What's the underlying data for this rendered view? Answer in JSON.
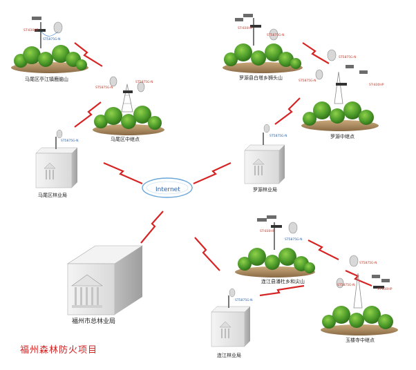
{
  "title": "福州森林防火项目",
  "network": {
    "cloud_label": "Internet"
  },
  "sites": {
    "mawei_jiangjing_mountain": "马尾区亭江镇鹿脑山",
    "mawei_relay": "马尾区中继点",
    "mawei_forestry_bureau": "马尾区林业局",
    "luoyuan_baita_mountain": "罗源县白塔乡狮头山",
    "luoyuan_relay": "罗源中继点",
    "luoyuan_forestry_bureau": "罗源林业局",
    "fuzhou_forestry_bureau": "福州市总林业局",
    "lianjiang_hejiashan": "连江县潘杜乡和尖山",
    "yulou_relay": "玉楼寺中继点",
    "lianjiang_forestry_bureau": "连江林业局"
  },
  "devices": {
    "camera_model": "ST-830HP",
    "radio_model": "ST5875G-N"
  },
  "colors": {
    "link": "#d62424",
    "cloud_outline": "#6aa6d8",
    "title": "#d21f1f",
    "building": "#e6e6e6"
  }
}
